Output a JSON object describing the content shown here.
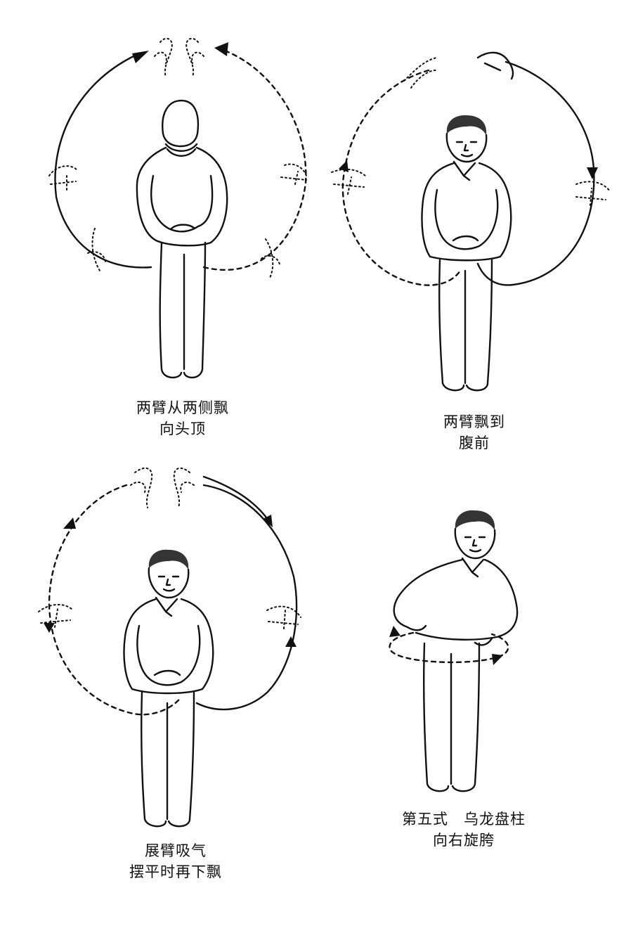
{
  "panels": [
    {
      "caption_lines": [
        "两臂从两侧飘",
        "向头顶"
      ]
    },
    {
      "caption_lines": [
        "两臂飘到",
        "腹前"
      ]
    },
    {
      "caption_lines": [
        "展臂吸气",
        "摆平时再下飘"
      ]
    },
    {
      "caption_lines": [
        "第五式　乌龙盘柱",
        "向右旋胯"
      ]
    }
  ]
}
